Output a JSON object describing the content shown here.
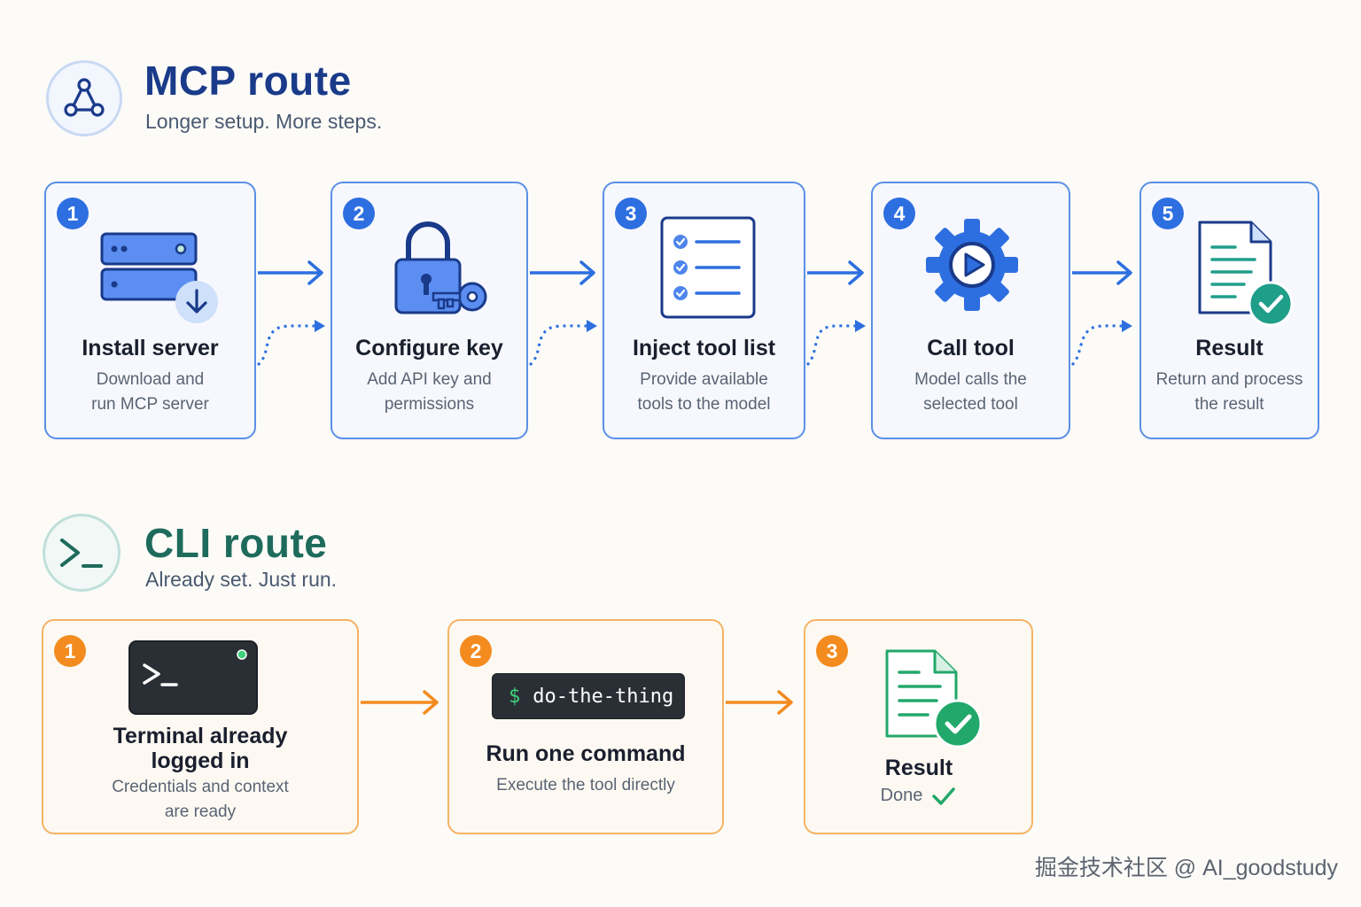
{
  "mcp": {
    "title": "MCP route",
    "subtitle": "Longer setup. More steps.",
    "steps": [
      {
        "num": "1",
        "title": "Install server",
        "desc_line1": "Download and",
        "desc_line2": "run MCP server",
        "icon": "server-download-icon"
      },
      {
        "num": "2",
        "title": "Configure key",
        "desc_line1": "Add API key and",
        "desc_line2": "permissions",
        "icon": "lock-key-icon"
      },
      {
        "num": "3",
        "title": "Inject tool list",
        "desc_line1": "Provide available",
        "desc_line2": "tools to the model",
        "icon": "checklist-icon"
      },
      {
        "num": "4",
        "title": "Call tool",
        "desc_line1": "Model calls the",
        "desc_line2": "selected tool",
        "icon": "gear-play-icon"
      },
      {
        "num": "5",
        "title": "Result",
        "desc_line1": "Return and process",
        "desc_line2": "the result",
        "icon": "document-check-icon"
      }
    ]
  },
  "cli": {
    "title": "CLI route",
    "subtitle": "Already set. Just run.",
    "steps": [
      {
        "num": "1",
        "title_line1": "Terminal already",
        "title_line2": "logged in",
        "desc_line1": "Credentials and context",
        "desc_line2": "are ready",
        "icon": "terminal-icon"
      },
      {
        "num": "2",
        "title": "Run one command",
        "desc": "Execute the tool directly",
        "command_prompt": "$",
        "command": "do-the-thing",
        "icon": "command-icon"
      },
      {
        "num": "3",
        "title": "Result",
        "desc": "Done",
        "icon": "document-check-icon"
      }
    ]
  },
  "colors": {
    "mcp_accent": "#2d6fe0",
    "mcp_title": "#1a3a8a",
    "cli_accent": "#f38b1f",
    "cli_title": "#1e6b5c",
    "success": "#22a86a"
  },
  "watermark": "掘金技术社区 @ AI_goodstudy"
}
